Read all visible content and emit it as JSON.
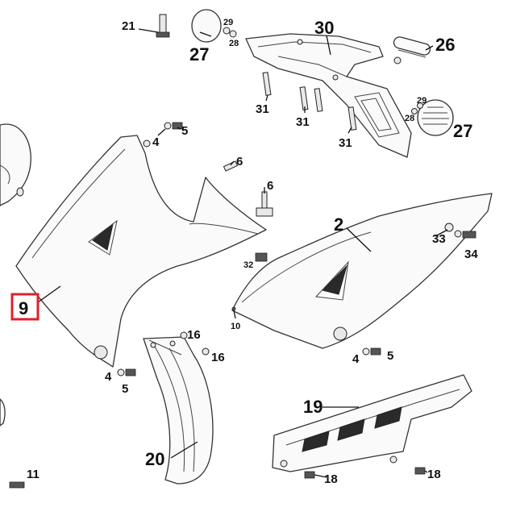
{
  "diagram": {
    "highlight_color": "#e0202a",
    "highlighted_label": "9",
    "labels": {
      "l21": "21",
      "l27a": "27",
      "l29a": "29",
      "l28a": "28",
      "l30": "30",
      "l26": "26",
      "l31a": "31",
      "l31b": "31",
      "l31c": "31",
      "l29b": "29",
      "l28b": "28",
      "l27b": "27",
      "l5a": "5",
      "l4a": "4",
      "l6a": "6",
      "l6b": "6",
      "l2": "2",
      "l33": "33",
      "l34": "34",
      "l32": "32",
      "l9": "9",
      "l10": "10",
      "l4b": "4",
      "l5b": "5",
      "l16a": "16",
      "l16b": "16",
      "l4c": "4",
      "l5c": "5",
      "l19": "19",
      "l20": "20",
      "l18a": "18",
      "l18b": "18",
      "l11": "11"
    }
  }
}
